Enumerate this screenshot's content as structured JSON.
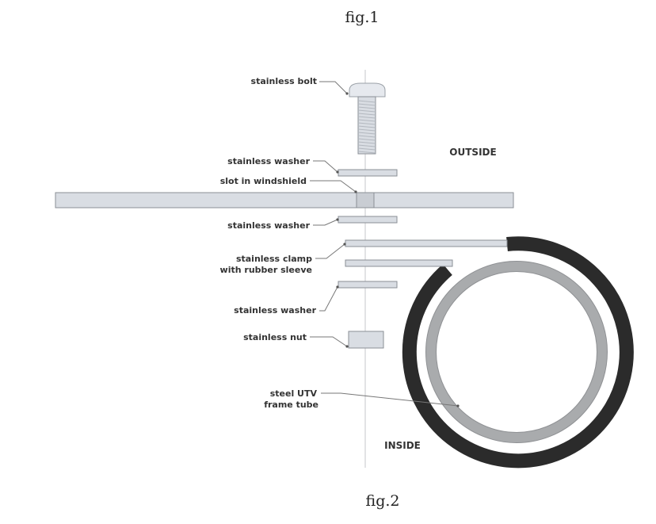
{
  "figure": {
    "caption_top": "fig.1",
    "caption_bottom": "fig.2"
  },
  "regions": {
    "outside": "OUTSIDE",
    "inside": "INSIDE"
  },
  "labels": {
    "bolt": "stainless bolt",
    "washer_top": "stainless washer",
    "slot": "slot in windshield",
    "washer_mid": "stainless washer",
    "clamp_line1": "stainless clamp",
    "clamp_line2": "with rubber sleeve",
    "washer_bottom": "stainless washer",
    "nut": "stainless nut",
    "tube_line1": "steel UTV",
    "tube_line2": "frame tube"
  },
  "colors": {
    "rubber_sleeve": "#2b2b2b",
    "frame_tube": "#a9abad",
    "steel_part": "#d9dde3"
  }
}
